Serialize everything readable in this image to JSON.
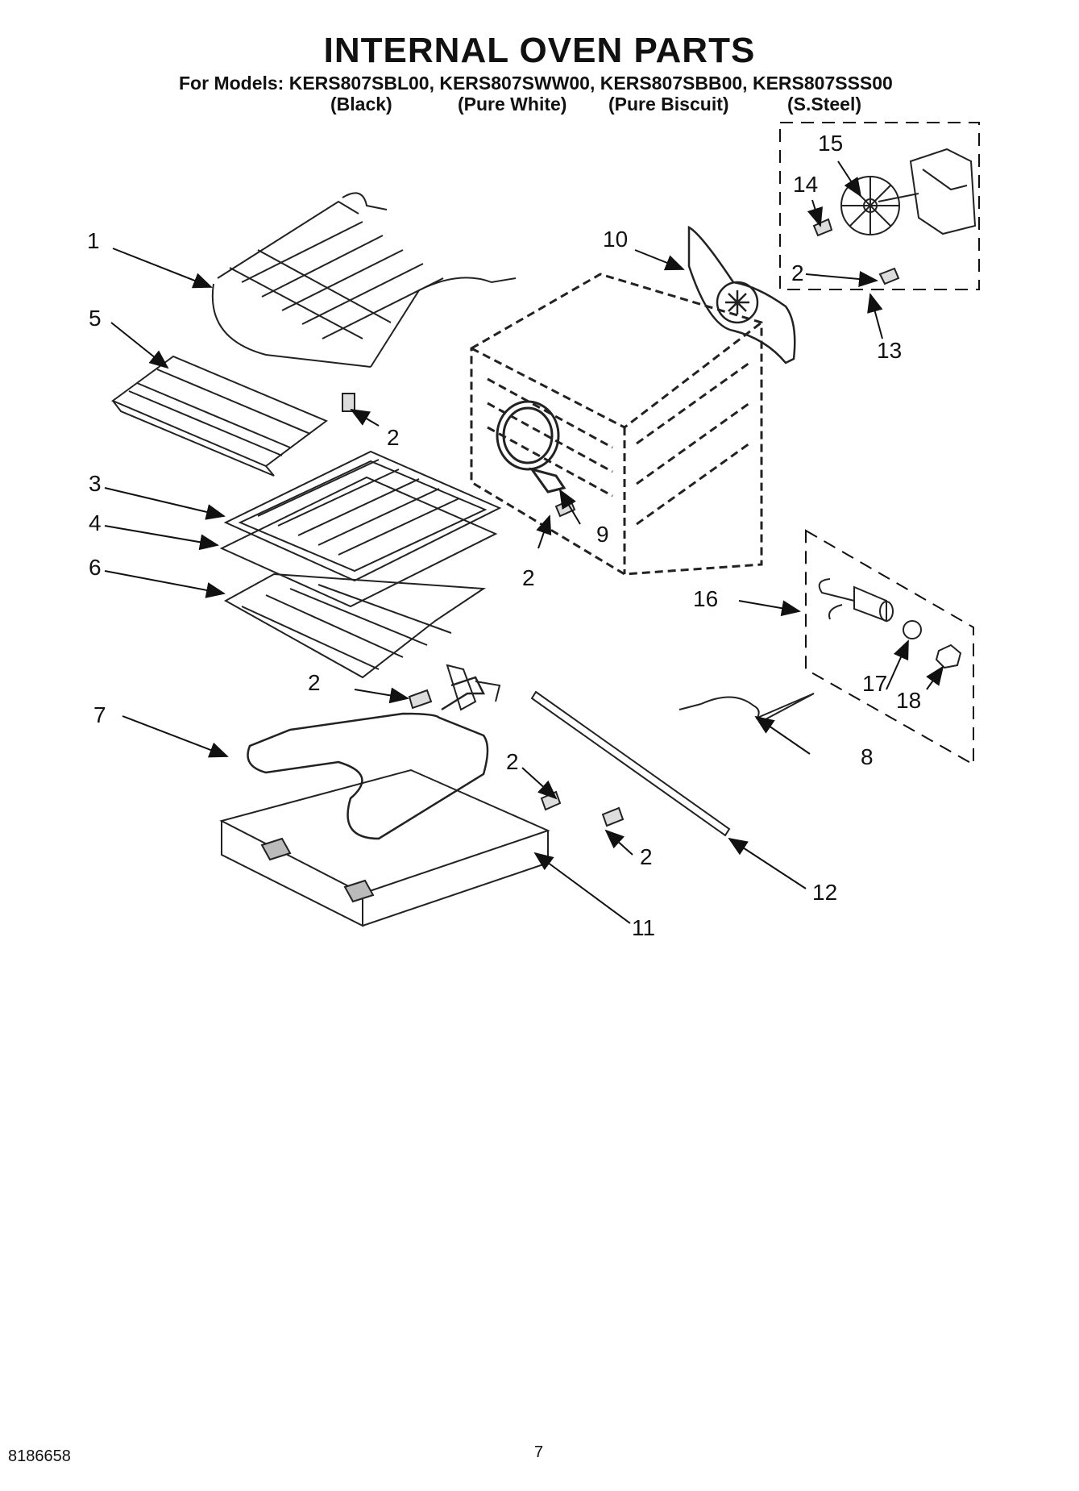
{
  "header": {
    "title": "INTERNAL OVEN PARTS",
    "models_line": "For Models: KERS807SBL00, KERS807SWW00, KERS807SBB00, KERS807SSS00",
    "variants": [
      "(Black)",
      "(Pure White)",
      "(Pure Biscuit)",
      "(S.Steel)"
    ]
  },
  "callouts": {
    "c1": "1",
    "c2a": "2",
    "c2b": "2",
    "c2c": "2",
    "c2d": "2",
    "c2e": "2",
    "c2f": "2",
    "c3": "3",
    "c4": "4",
    "c5": "5",
    "c6": "6",
    "c7": "7",
    "c8": "8",
    "c9": "9",
    "c10": "10",
    "c11": "11",
    "c12": "12",
    "c13": "13",
    "c14": "14",
    "c15": "15",
    "c16": "16",
    "c17": "17",
    "c18": "18"
  },
  "footer": {
    "doc_number": "8186658",
    "page_number": "7"
  }
}
